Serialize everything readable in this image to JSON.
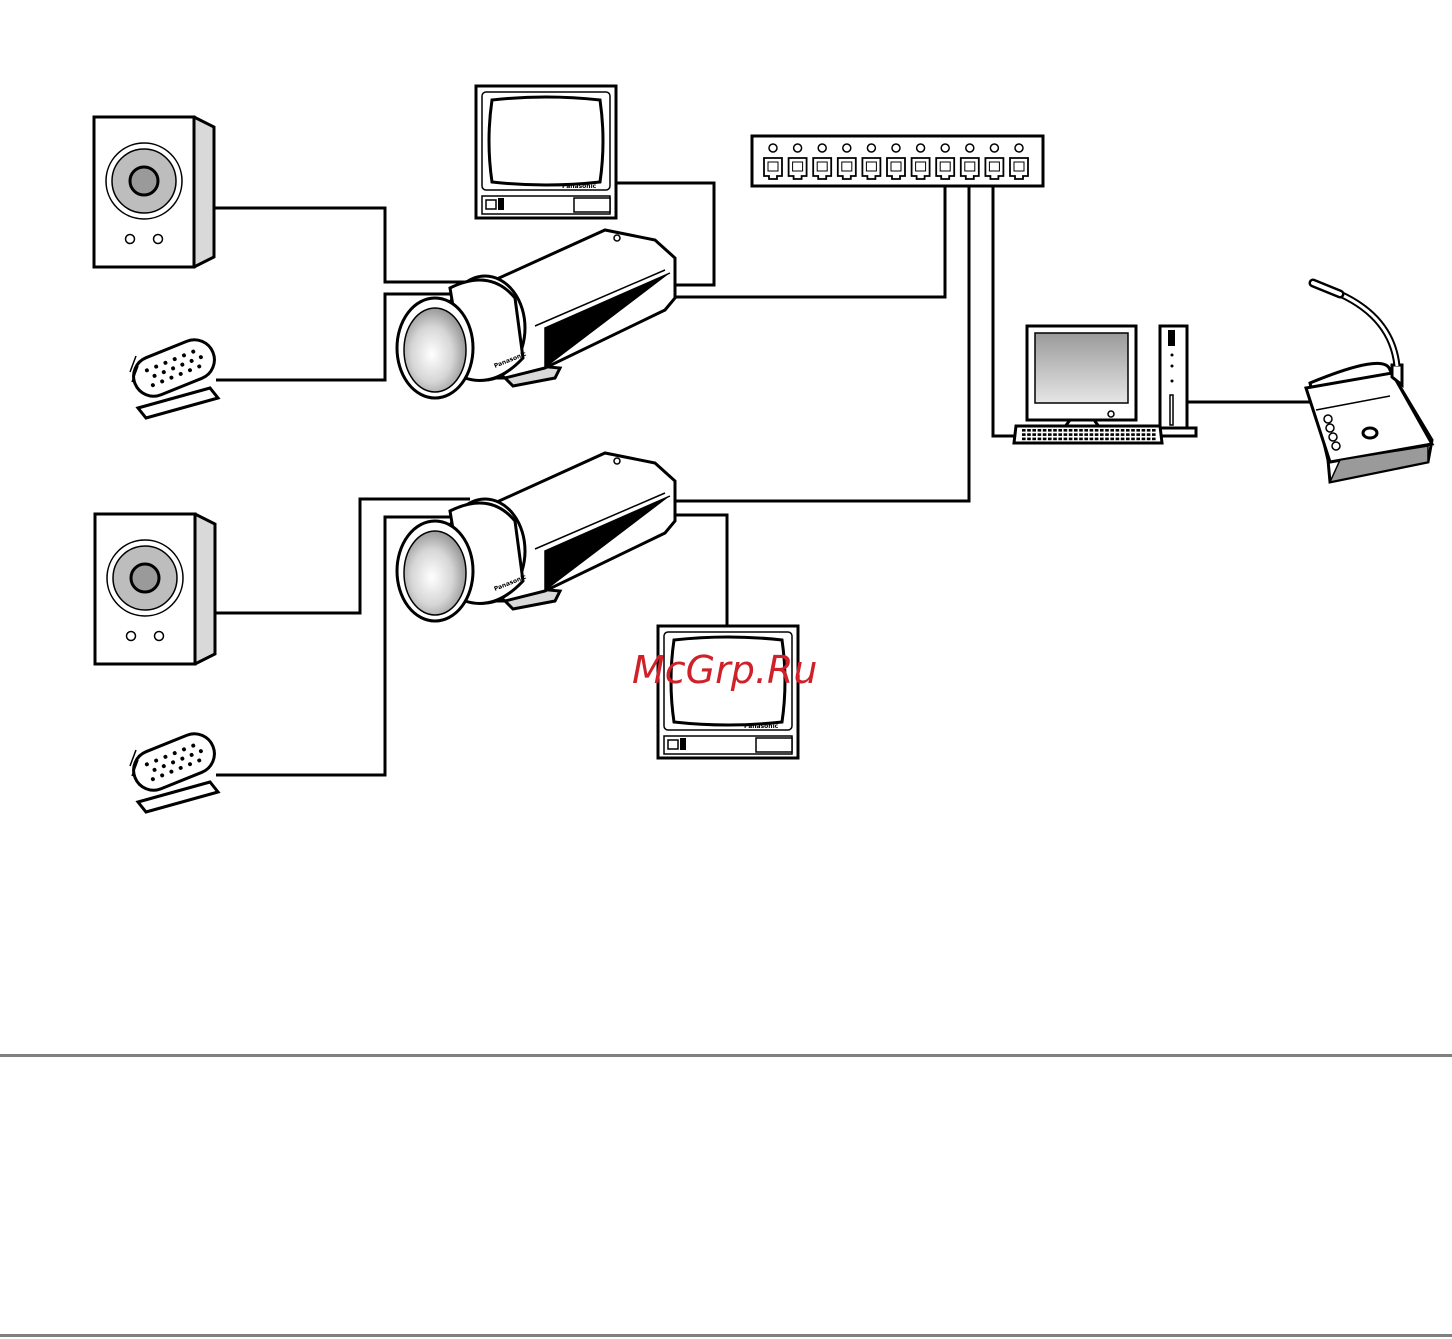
{
  "brand_label": "Panasonic",
  "watermark": "McGrp.Ru",
  "switch": {
    "port_count": 11
  },
  "colors": {
    "line": "#000000",
    "rule": "#808080",
    "watermark": "#d0202a",
    "device_fill": "#ffffff",
    "device_side": "#d9d9d9",
    "screen": "#bdbdbd"
  }
}
